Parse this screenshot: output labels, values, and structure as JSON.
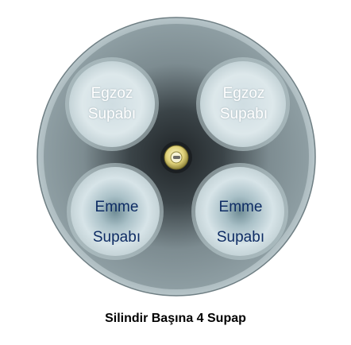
{
  "diagram": {
    "valves": [
      {
        "id": "top-left",
        "kind": "exhaust",
        "line1": "Egzoz",
        "line2": "Supabı"
      },
      {
        "id": "top-right",
        "kind": "exhaust",
        "line1": "Egzoz",
        "line2": "Supabı"
      },
      {
        "id": "bottom-left",
        "kind": "intake",
        "line1": "Emme",
        "line2": "Supabı"
      },
      {
        "id": "bottom-right",
        "kind": "intake",
        "line1": "Emme",
        "line2": "Supabı"
      }
    ],
    "caption": "Silindir Başına 4 Supap",
    "colors": {
      "cylinder": "#7f9095",
      "valve_face": "#d4e2e6",
      "exhaust_text": "#ffffff",
      "intake_text": "#0e2c64",
      "spark_plug": "#e0d27a"
    },
    "icons": {
      "spark_plug": "spark-plug-icon"
    }
  }
}
